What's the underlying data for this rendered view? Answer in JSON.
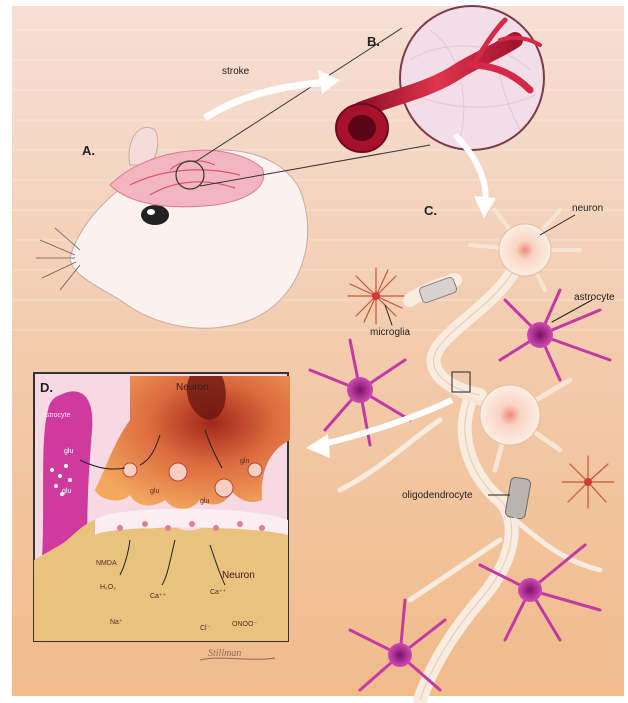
{
  "panels": {
    "a": "A.",
    "b": "B.",
    "c": "C.",
    "d": "D."
  },
  "labels": {
    "stroke": "stroke",
    "neuron": "neuron",
    "astrocyte": "astrocyte",
    "microglia": "microglia",
    "oligodendrocyte": "oligodendrocyte"
  },
  "inset": {
    "neuron_top": "Neuron",
    "neuron_bottom": "Neuron",
    "astrocyte": "astrocyte",
    "glu_1": "glu",
    "glu_2": "glu",
    "glu_3": "glu",
    "glu_4": "glu",
    "gln": "gln",
    "nmda": "NMDA",
    "h2o2": "H₂O₂",
    "ca": "Ca⁺⁺",
    "ca2": "Ca⁺⁺",
    "na": "Na⁺",
    "cl": "Cl⁻",
    "onoo": "ONOO⁻"
  },
  "signature": "Stillman",
  "colors": {
    "background": "#f2c9a0",
    "cell_magenta": "#c23aa6",
    "neuron_cream": "#f6e2cf",
    "vessel_red": "#c81e3a"
  }
}
